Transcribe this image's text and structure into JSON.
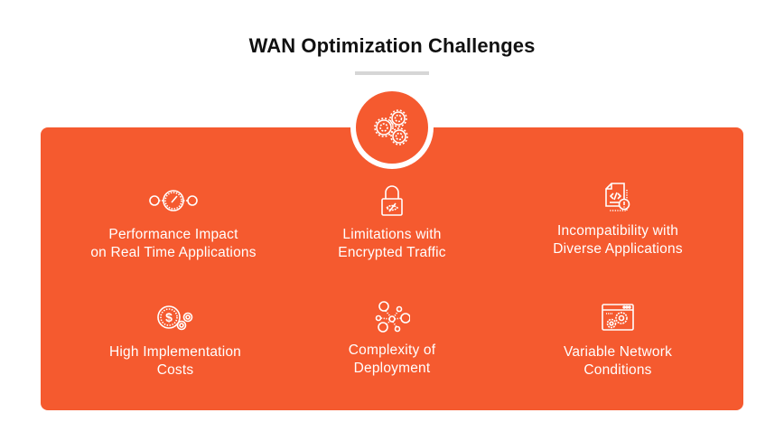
{
  "header": {
    "title": "WAN Optimization Challenges"
  },
  "colors": {
    "accent": "#f55a2f",
    "title": "#111111",
    "underline": "#d6d6d6",
    "icon_label": "#ffffff"
  },
  "badge": {
    "icon": "gears-icon"
  },
  "challenges": [
    {
      "icon": "gauge-icon",
      "line1": "Performance Impact",
      "line2": "on Real Time Applications"
    },
    {
      "icon": "lock-icon",
      "line1": "Limitations with",
      "line2": "Encrypted Traffic"
    },
    {
      "icon": "code-document-warning-icon",
      "line1": "Incompatibility with",
      "line2": "Diverse Applications"
    },
    {
      "icon": "dollar-gears-icon",
      "line1": "High Implementation",
      "line2": "Costs"
    },
    {
      "icon": "network-nodes-icon",
      "line1": "Complexity of",
      "line2": "Deployment"
    },
    {
      "icon": "browser-gears-icon",
      "line1": "Variable Network",
      "line2": "Conditions"
    }
  ]
}
